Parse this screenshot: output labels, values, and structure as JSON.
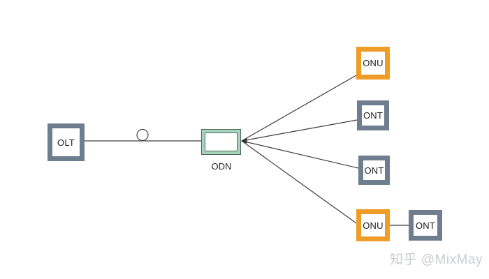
{
  "diagram": {
    "description": "PON access network topology: OLT connected through an ODN splitter to ONU and ONT terminals",
    "nodes": [
      {
        "id": "olt",
        "label": "OLT",
        "style": "slate"
      },
      {
        "id": "odn",
        "label": "ODN",
        "style": "green"
      },
      {
        "id": "onu-top",
        "label": "ONU",
        "style": "orange"
      },
      {
        "id": "ont-upper",
        "label": "ONT",
        "style": "slate"
      },
      {
        "id": "ont-middle",
        "label": "ONT",
        "style": "slate"
      },
      {
        "id": "onu-bottom",
        "label": "ONU",
        "style": "orange"
      },
      {
        "id": "ont-bottom",
        "label": "ONT",
        "style": "slate"
      }
    ],
    "edges": [
      {
        "from": "olt",
        "to": "odn",
        "via": "fiber-loop"
      },
      {
        "from": "odn",
        "to": "onu-top"
      },
      {
        "from": "odn",
        "to": "ont-upper"
      },
      {
        "from": "odn",
        "to": "ont-middle"
      },
      {
        "from": "odn",
        "to": "onu-bottom"
      },
      {
        "from": "onu-bottom",
        "to": "ont-bottom"
      }
    ]
  },
  "colors": {
    "background": "#ffffff",
    "slate_border": "#6f7e8e",
    "orange_border": "#ef9d28",
    "green_fill": "#aad3be",
    "green_outline": "#4a6b58",
    "edge_line": "#3c3c3c",
    "text": "#1f1f1f",
    "watermark": "#c9cbce"
  },
  "watermark": {
    "text": "知乎 @MixMay"
  }
}
